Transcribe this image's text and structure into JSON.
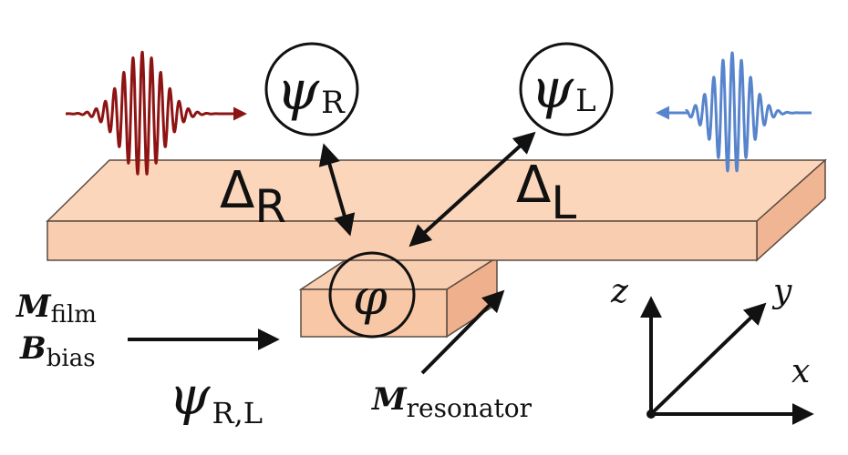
{
  "labels": {
    "psi_r_symbol": "ψ",
    "psi_r_sub": "R",
    "psi_l_symbol": "ψ",
    "psi_l_sub": "L",
    "delta_r_symbol": "Δ",
    "delta_r_sub": "R",
    "delta_l_symbol": "Δ",
    "delta_l_sub": "L",
    "phi_symbol": "φ",
    "m_film_main": "M",
    "m_film_sub": "film",
    "b_bias_main": "B",
    "b_bias_sub": "bias",
    "psi_rl_symbol": "ψ",
    "psi_rl_sub": "R,L",
    "m_res_main": "M",
    "m_res_sub": "resonator",
    "axis_z": "z",
    "axis_y": "y",
    "axis_x": "x"
  },
  "colors": {
    "film_face": "#fbd3b6",
    "film_side": "#f2b593",
    "film_edge": "#5a4a40",
    "resonator_face": "#f8c8a6",
    "resonator_top": "#f9cfb2",
    "resonator_side": "#eeb08d",
    "left_wave": "#8e1414",
    "right_wave": "#5784cc",
    "ink": "#111111"
  }
}
